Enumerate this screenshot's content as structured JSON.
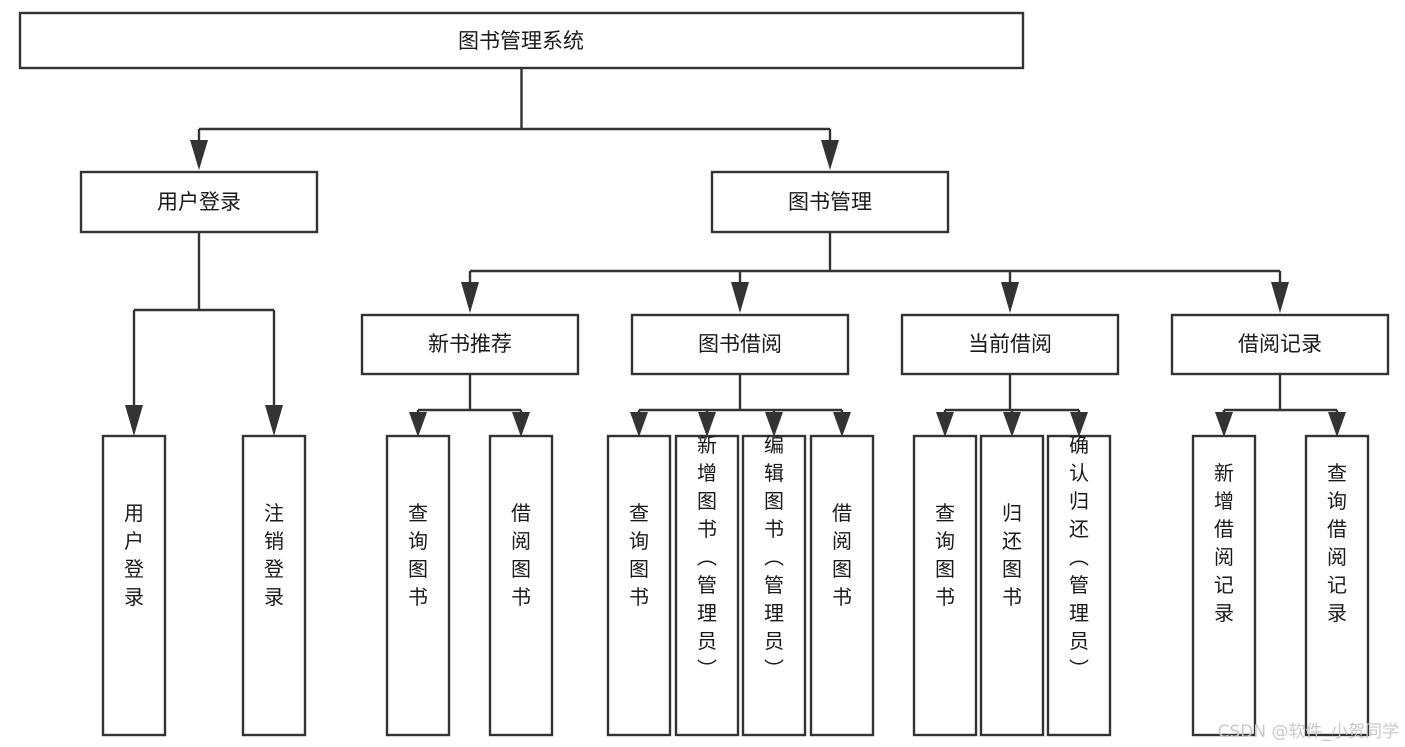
{
  "diagram": {
    "title": "图书管理系统",
    "type": "tree-hierarchy",
    "watermark": "CSDN @软件_小贺同学",
    "colors": {
      "stroke": "#333333",
      "fill": "#ffffff",
      "text": "#1a1a1a",
      "watermark": "#c9c9c9"
    },
    "root": {
      "label": "图书管理系统"
    },
    "level2": [
      {
        "label": "用户登录"
      },
      {
        "label": "图书管理"
      }
    ],
    "level3": [
      {
        "label": "新书推荐"
      },
      {
        "label": "图书借阅"
      },
      {
        "label": "当前借阅"
      },
      {
        "label": "借阅记录"
      }
    ],
    "leaves": {
      "user_login": [
        {
          "label": "用户登录"
        },
        {
          "label": "注销登录"
        }
      ],
      "new_book_recommend": [
        {
          "label": "查询图书"
        },
        {
          "label": "借阅图书"
        }
      ],
      "book_borrow": [
        {
          "label": "查询图书"
        },
        {
          "label": "新增图书（管理员）"
        },
        {
          "label": "编辑图书（管理员）"
        },
        {
          "label": "借阅图书"
        }
      ],
      "current_borrow": [
        {
          "label": "查询图书"
        },
        {
          "label": "归还图书"
        },
        {
          "label": "确认归还（管理员）"
        }
      ],
      "borrow_record": [
        {
          "label": "新增借阅记录"
        },
        {
          "label": "查询借阅记录"
        }
      ]
    }
  }
}
